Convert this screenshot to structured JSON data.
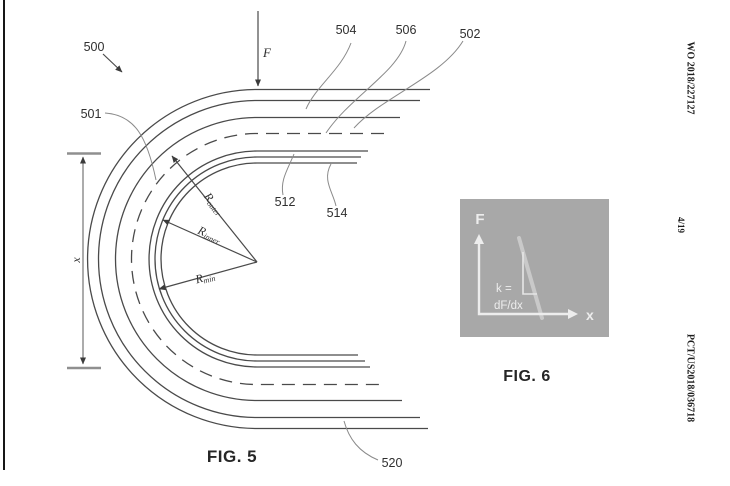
{
  "sidebar": {
    "publication_number": "WO 2018/227127",
    "sheet_index": "4/19",
    "application_number": "PCT/US2018/036718"
  },
  "fig5": {
    "caption": "FIG. 5",
    "force_label": "F",
    "dimension_label": "x",
    "refs": {
      "n500": "500",
      "n501": "501",
      "n502": "502",
      "n504": "504",
      "n506": "506",
      "n512": "512",
      "n514": "514",
      "n520": "520"
    },
    "radii": {
      "outer": {
        "base": "R",
        "sub": "outer"
      },
      "inner": {
        "base": "R",
        "sub": "inner"
      },
      "min": {
        "base": "R",
        "sub": "min"
      }
    }
  },
  "fig6": {
    "caption": "FIG. 6",
    "y_axis_label": "F",
    "x_axis_label": "x",
    "slope_eq_line1": "k =",
    "slope_eq_line2": "dF/dx"
  },
  "colors": {
    "drawing_line": "#4a4a4a",
    "leader_line": "#8a8a8a",
    "inset_background": "#a8a8a8",
    "inset_foreground": "#ededed"
  }
}
